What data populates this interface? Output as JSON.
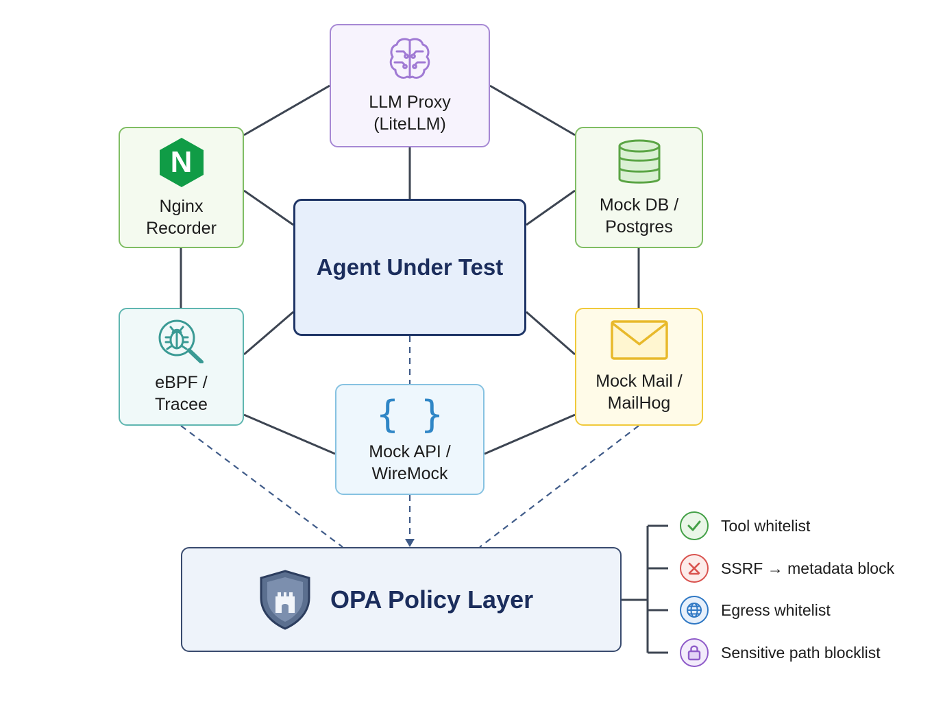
{
  "nodes": {
    "llm_proxy": {
      "label": "LLM Proxy\n(LiteLLM)",
      "icon": "brain-icon",
      "color": "#a688d4"
    },
    "nginx": {
      "label": "Nginx\nRecorder",
      "icon": "nginx-icon",
      "icon_text": "N",
      "color": "#7fbd63"
    },
    "mock_db": {
      "label": "Mock DB /\nPostgres",
      "icon": "database-icon",
      "color": "#7fbd63"
    },
    "agent": {
      "label": "Agent Under Test",
      "color": "#1f3566"
    },
    "ebpf": {
      "label": "eBPF /\nTracee",
      "icon": "bug-search-icon",
      "color": "#3a9a94"
    },
    "mock_mail": {
      "label": "Mock Mail /\nMailHog",
      "icon": "envelope-icon",
      "color": "#e8b92a"
    },
    "mock_api": {
      "label": "Mock API /\nWireMock",
      "icon": "curly-braces-icon",
      "icon_text": "{ }",
      "color": "#2f86c6"
    },
    "opa": {
      "label": "OPA Policy Layer",
      "icon": "shield-castle-icon",
      "color": "#384a6e"
    }
  },
  "policies": [
    {
      "label": "Tool whitelist",
      "icon": "check-circle-icon",
      "color": "#43a047"
    },
    {
      "label": "SSRF → metadata block",
      "icon": "blocked-circle-icon",
      "color": "#d9534f"
    },
    {
      "label": "Egress whitelist",
      "icon": "globe-icon",
      "color": "#2f78c4"
    },
    {
      "label": "Sensitive path blocklist",
      "icon": "lock-icon",
      "color": "#8f5cc9"
    }
  ]
}
